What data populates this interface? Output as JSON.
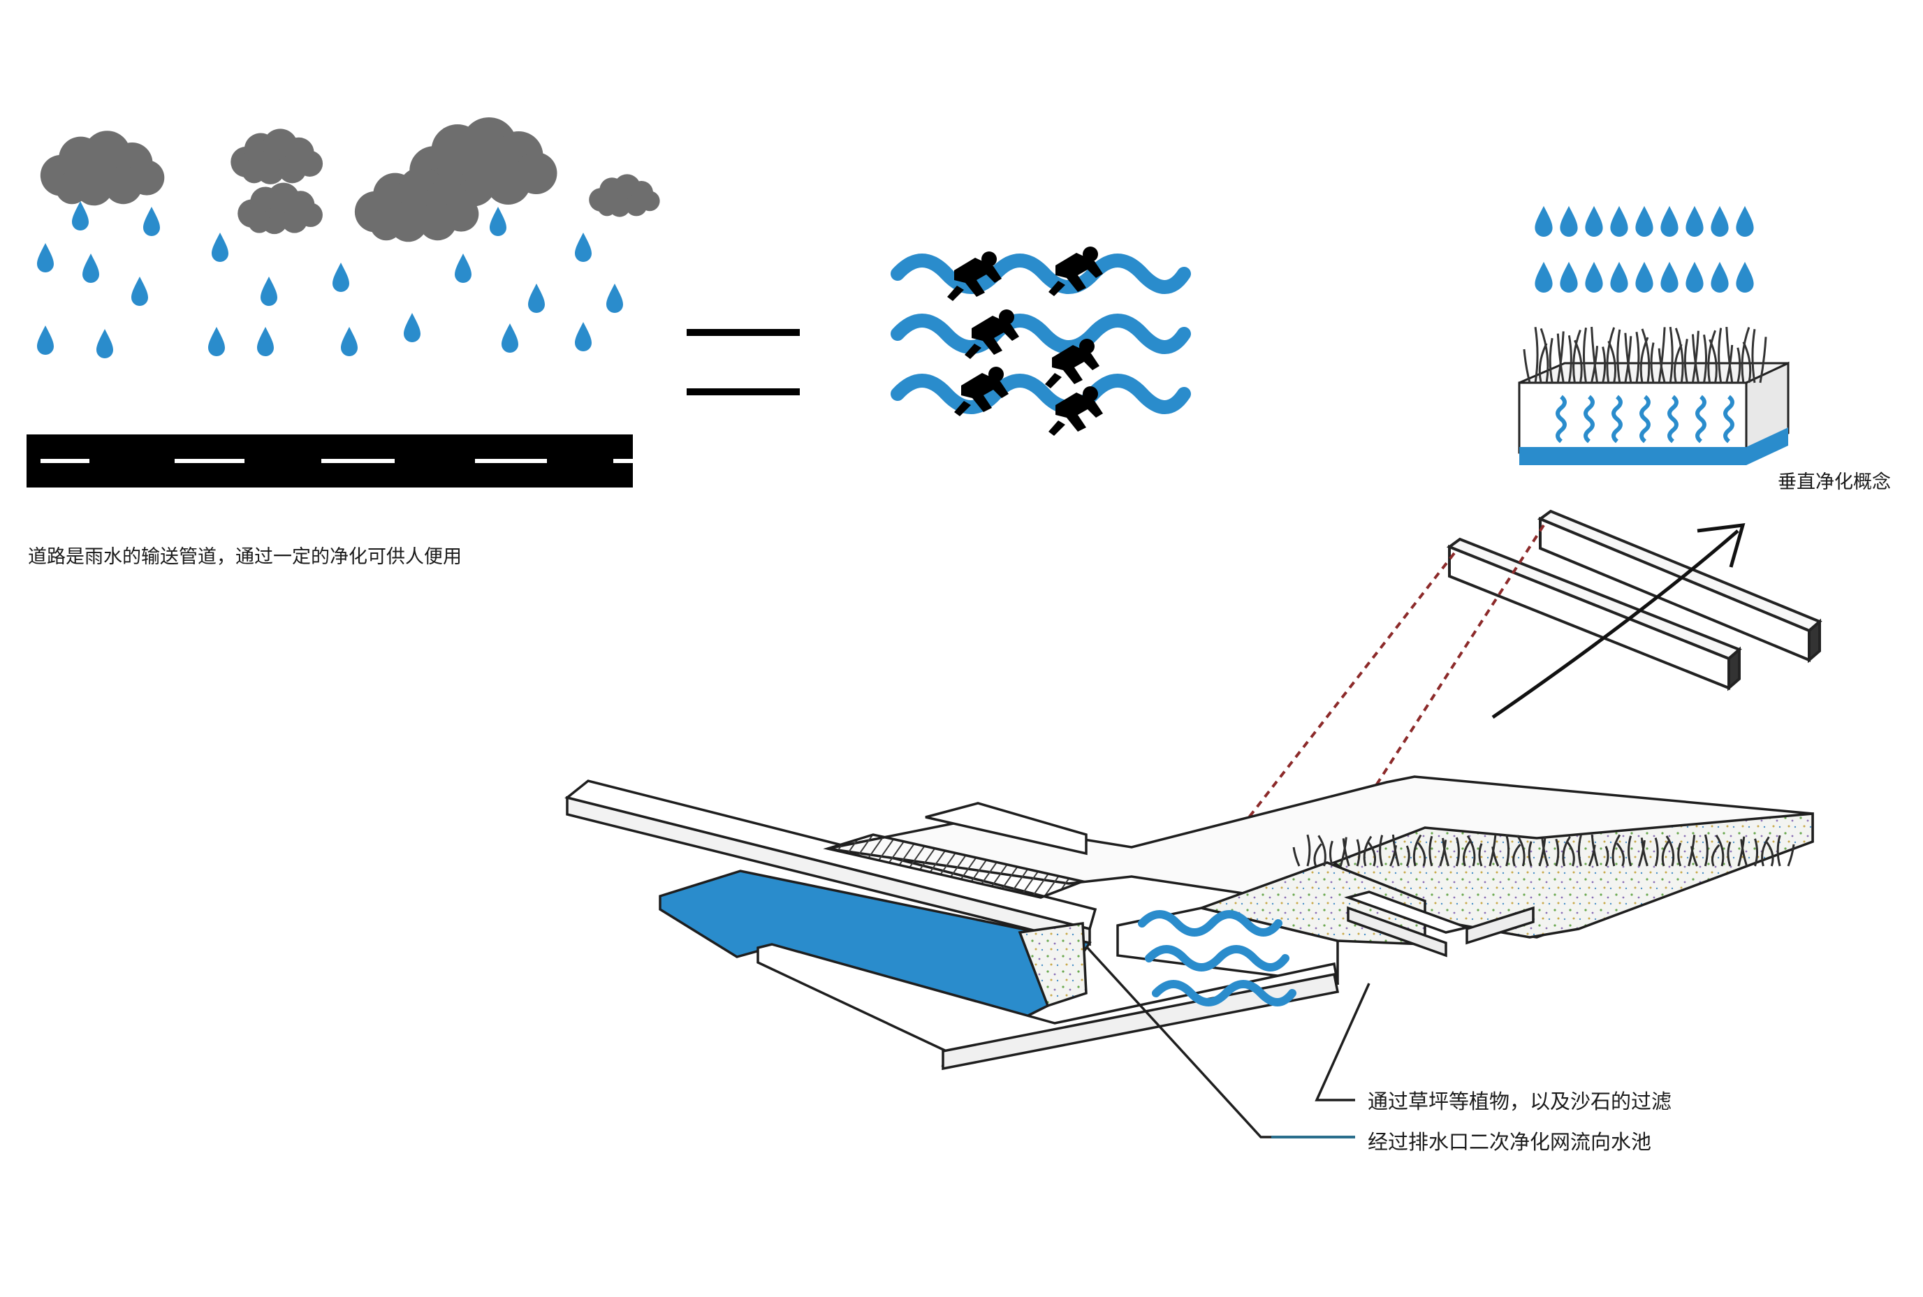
{
  "labels": {
    "road_caption": "道路是雨水的输送管道，通过一定的净化可供人便用",
    "vertical_concept": "垂直净化概念",
    "filter_caption": "通过草坪等植物，以及沙石的过滤",
    "drain_caption": "经过排水口二次净化网流向水池"
  },
  "icons": {
    "cloud": "cloud-icon",
    "raindrop": "raindrop-icon",
    "equals": "equals-sign-icon",
    "wave": "wave-icon",
    "swimmer": "swimmer-icon",
    "arrow": "arrow-icon"
  },
  "colors": {
    "water": "#2a8ccc",
    "cloud": "#6e6e6e",
    "road": "#000000",
    "leader_line": "#1f1f1f",
    "dashed_line": "#8c2a2a",
    "page": "#ffffff"
  }
}
